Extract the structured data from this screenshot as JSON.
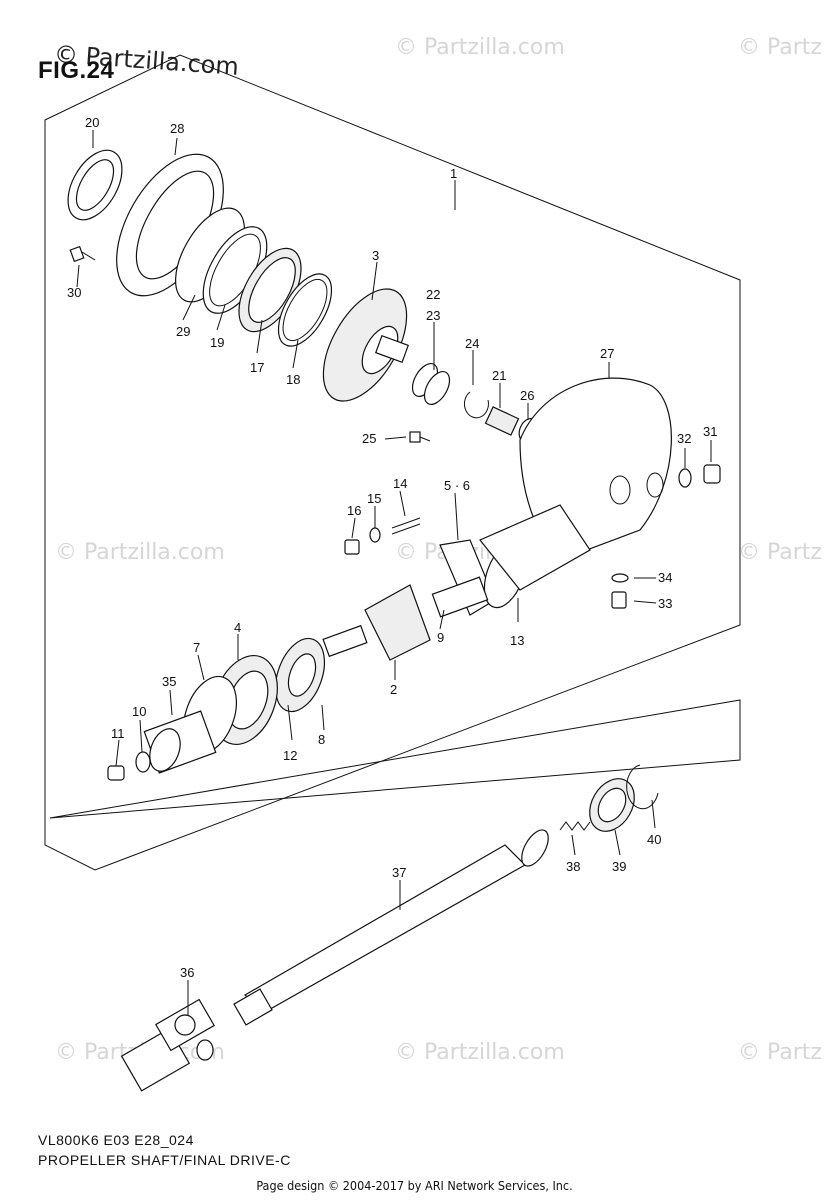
{
  "figure": {
    "title": "FIG.24",
    "code": "VL800K6 E03 E28_024",
    "name": "PROPELLER SHAFT/FINAL DRIVE-C"
  },
  "watermark": {
    "text": "© Partzilla.com",
    "text_clipped": "© Partz"
  },
  "copyright": "Page design © 2004-2017 by ARI Network Services, Inc.",
  "parts": [
    {
      "id": "1"
    },
    {
      "id": "2"
    },
    {
      "id": "3"
    },
    {
      "id": "4"
    },
    {
      "id": "5 · 6"
    },
    {
      "id": "7"
    },
    {
      "id": "8"
    },
    {
      "id": "9"
    },
    {
      "id": "10"
    },
    {
      "id": "11"
    },
    {
      "id": "12"
    },
    {
      "id": "13"
    },
    {
      "id": "14"
    },
    {
      "id": "15"
    },
    {
      "id": "16"
    },
    {
      "id": "17"
    },
    {
      "id": "18"
    },
    {
      "id": "19"
    },
    {
      "id": "20"
    },
    {
      "id": "21"
    },
    {
      "id": "22"
    },
    {
      "id": "23"
    },
    {
      "id": "24"
    },
    {
      "id": "25"
    },
    {
      "id": "26"
    },
    {
      "id": "27"
    },
    {
      "id": "28"
    },
    {
      "id": "29"
    },
    {
      "id": "30"
    },
    {
      "id": "31"
    },
    {
      "id": "32"
    },
    {
      "id": "33"
    },
    {
      "id": "34"
    },
    {
      "id": "35"
    },
    {
      "id": "36"
    },
    {
      "id": "37"
    },
    {
      "id": "38"
    },
    {
      "id": "39"
    },
    {
      "id": "40"
    }
  ]
}
